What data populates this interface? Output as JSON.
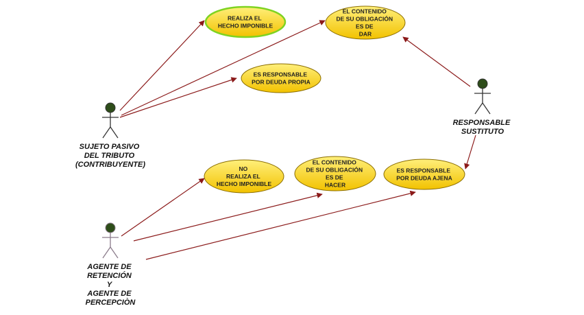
{
  "colors": {
    "arrow": "#8b1a1a",
    "ellipse_fill_top": "#ffef7a",
    "ellipse_fill_bottom": "#f2c200",
    "ellipse_stroke": "#8a6d00",
    "ellipse_highlight_stroke": "#7ed321",
    "actor_head_fill": "#2e4d1a",
    "actor_stroke": "#333333",
    "actor_stroke_light": "#8a7a8a"
  },
  "actors": {
    "sujeto_pasivo": {
      "label_lines": [
        "SUJETO PASIVO",
        "DEL TRIBUTO",
        "(CONTRIBUYENTE)"
      ],
      "icon": "stick-figure-icon"
    },
    "responsable_sustituto": {
      "label_lines": [
        "RESPONSABLE",
        "SUSTITUTO"
      ],
      "icon": "stick-figure-icon"
    },
    "agente": {
      "label_lines": [
        "AGENTE DE",
        "RETENCIÓN",
        "Y",
        "AGENTE DE",
        "PERCEPCIÒN"
      ],
      "icon": "stick-figure-icon"
    }
  },
  "use_cases": {
    "realiza": {
      "lines": [
        "REALIZA EL",
        "HECHO IMPONIBLE"
      ],
      "highlighted": true
    },
    "dar": {
      "lines": [
        "EL CONTENIDO",
        "DE SU OBLIGACIÓN",
        "ES DE",
        "DAR"
      ],
      "highlighted": false
    },
    "deuda_propia": {
      "lines": [
        "ES RESPONSABLE",
        "POR DEUDA PROPIA"
      ],
      "highlighted": false
    },
    "no_realiza": {
      "lines": [
        "NO",
        "REALIZA EL",
        "HECHO IMPONIBLE"
      ],
      "highlighted": false
    },
    "hacer": {
      "lines": [
        "EL CONTENIDO",
        "DE SU OBLIGACIÓN",
        "ES DE",
        "HACER"
      ],
      "highlighted": false
    },
    "deuda_ajena": {
      "lines": [
        "ES RESPONSABLE",
        "POR DEUDA AJENA"
      ],
      "highlighted": false
    }
  },
  "associations": [
    {
      "from": "sujeto_pasivo",
      "to": "realiza"
    },
    {
      "from": "sujeto_pasivo",
      "to": "dar"
    },
    {
      "from": "sujeto_pasivo",
      "to": "deuda_propia"
    },
    {
      "from": "responsable_sustituto",
      "to": "dar"
    },
    {
      "from": "responsable_sustituto",
      "to": "deuda_ajena"
    },
    {
      "from": "agente",
      "to": "no_realiza"
    },
    {
      "from": "agente",
      "to": "hacer"
    },
    {
      "from": "agente",
      "to": "deuda_ajena"
    }
  ]
}
